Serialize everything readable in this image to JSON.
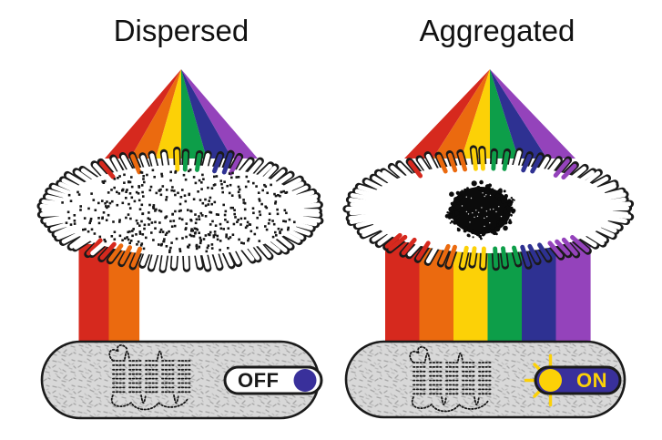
{
  "panels": [
    {
      "id": "dispersed",
      "title": "Dispersed",
      "switch": {
        "label": "OFF",
        "state": "off"
      },
      "transmitted_bands": [
        "red",
        "orange"
      ]
    },
    {
      "id": "aggregated",
      "title": "Aggregated",
      "switch": {
        "label": "ON",
        "state": "on"
      },
      "transmitted_bands": [
        "red",
        "orange",
        "yellow",
        "green",
        "indigo",
        "purple"
      ]
    }
  ],
  "colors": {
    "spectrum": {
      "red": "#d6291e",
      "orange": "#eb6a0f",
      "yellow": "#fcd107",
      "green": "#0d9e49",
      "indigo": "#2e3192",
      "purple": "#9443bb"
    },
    "switch_indigo": "#39309b",
    "switch_yellow": "#fcd107",
    "capsule_gray": "#d8d8d8",
    "outline_black": "#1a1a1a",
    "background": "#ffffff"
  }
}
